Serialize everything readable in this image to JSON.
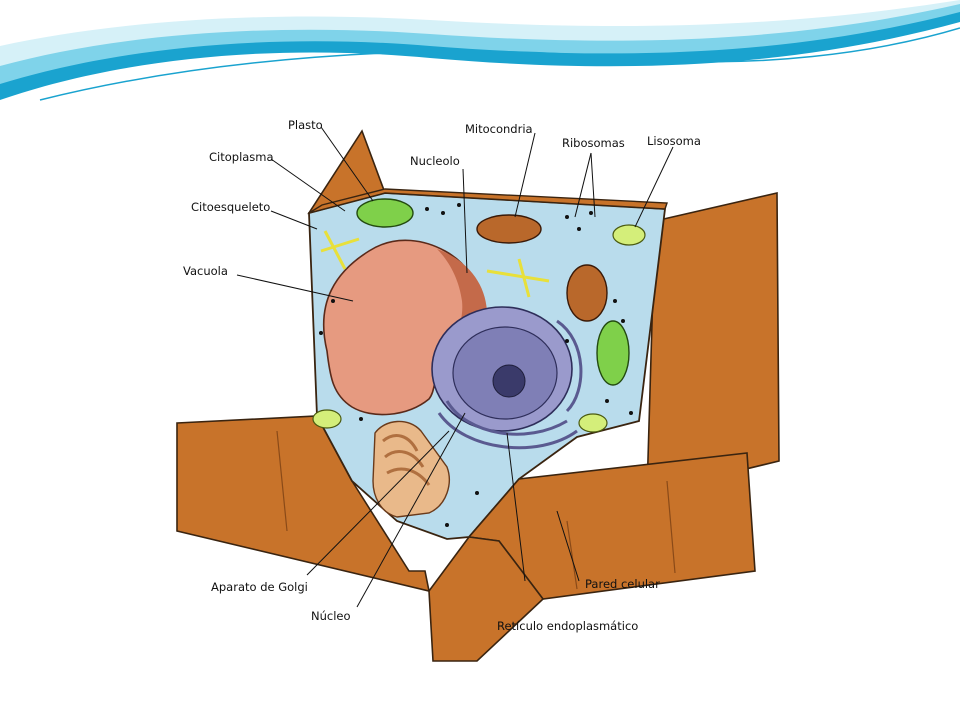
{
  "slide": {
    "background_color": "#ffffff",
    "banner_colors": [
      "#1aa3cf",
      "#7fd3ea",
      "#d6f1f8"
    ]
  },
  "figure": {
    "labels": {
      "plasto": "Plasto",
      "mitocondria": "Mitocondria",
      "citoplasma": "Citoplasma",
      "nucleolo": "Nucleolo",
      "ribosomas": "Ribosomas",
      "lisosoma": "Lisosoma",
      "citoesqueleto": "Citoesqueleto",
      "vacuola": "Vacuola",
      "aparato_golgi": "Aparato de Golgi",
      "pared_celular": "Pared celular",
      "nucleo": "Núcleo",
      "reticulo": "Retículo endoplasmático"
    },
    "colors": {
      "cell_wall": "#c8732a",
      "cytoplasm": "#b9dcec",
      "vacuole": "#e69a80",
      "nucleus": "#8c8cc0",
      "plastid": "#7fd04a",
      "mitochondria": "#b9682b",
      "golgi": "#e9b98a",
      "lysosome": "#d4ee7a"
    }
  }
}
